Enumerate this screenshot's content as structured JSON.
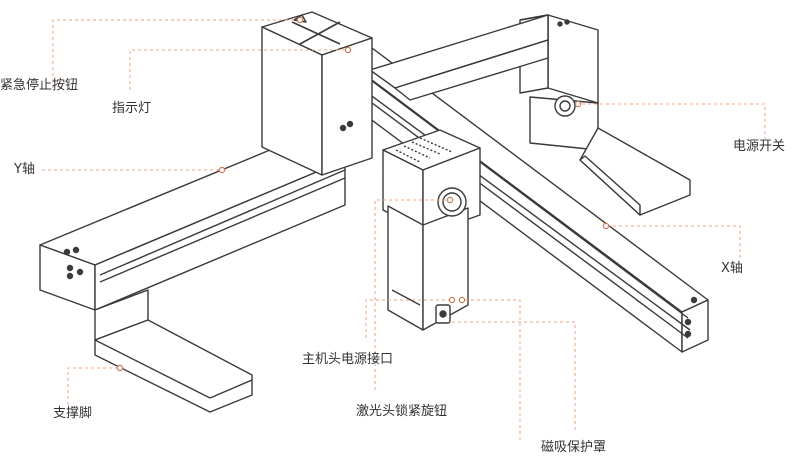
{
  "colors": {
    "line": "#3a3a3a",
    "leader": "#f0a680",
    "marker": "#c97a55",
    "label": "#333333",
    "shade": "#d9d9d9"
  },
  "labels": {
    "emergency_stop": "紧急停止按钮",
    "indicator_light": "指示灯",
    "power_switch": "电源开关",
    "y_axis": "Y轴",
    "x_axis": "X轴",
    "main_power_port": "主机头电源接口",
    "laser_lock_knob": "激光头锁紧旋钮",
    "magnetic_cover": "磁吸保护罩",
    "support_foot": "支撑脚"
  }
}
